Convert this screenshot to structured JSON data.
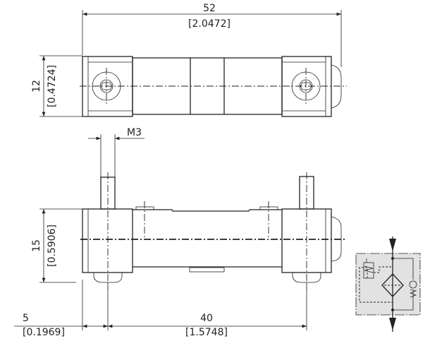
{
  "dimensions": {
    "overall_length": {
      "mm": "52",
      "inch": "[2.0472]"
    },
    "top_height": {
      "mm": "12",
      "inch": "[0.4724]"
    },
    "thread": "M3",
    "side_height": {
      "mm": "15",
      "inch": "[0.5906]"
    },
    "offset": {
      "mm": "5",
      "inch": "[0.1969]"
    },
    "hole_spacing": {
      "mm": "40",
      "inch": "[1.5748]"
    }
  },
  "colors": {
    "line": "#222222",
    "symbol_bg": "#e2e2e2"
  }
}
